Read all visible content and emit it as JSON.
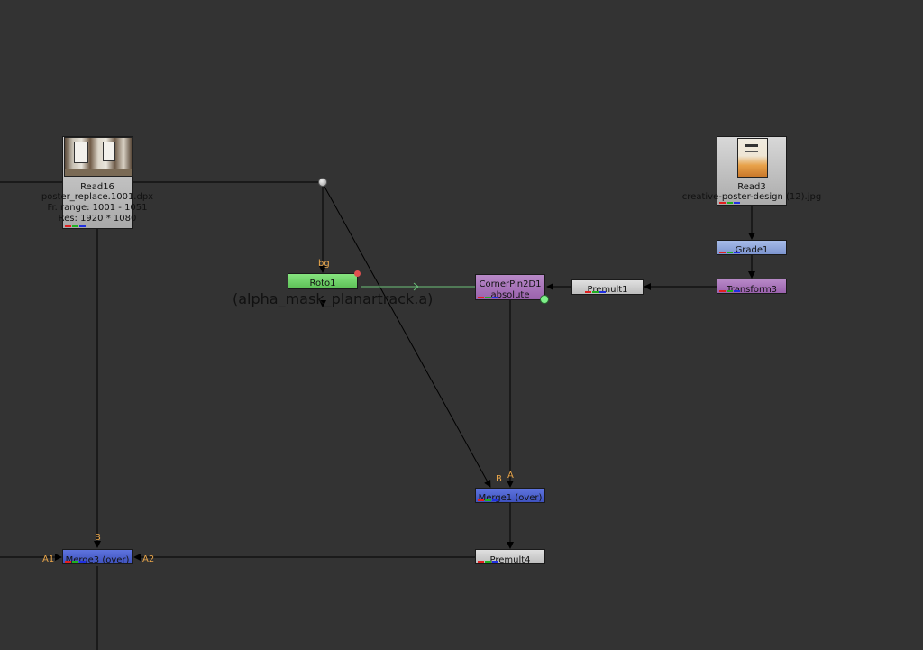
{
  "nodes": {
    "read16": {
      "name": "Read16",
      "file": "poster_replace.1001.dpx",
      "range": "Fr. range: 1001 - 1051",
      "res": "Res: 1920 * 1080"
    },
    "read3": {
      "name": "Read3",
      "file": "creative-poster-design (12).jpg"
    },
    "grade1": {
      "name": "Grade1"
    },
    "transform3": {
      "name": "Transform3"
    },
    "premult1": {
      "name": "Premult1"
    },
    "cornerpin": {
      "name": "CornerPin2D1",
      "mode": "absolute"
    },
    "roto1": {
      "name": "Roto1",
      "sub": "(alpha_mask_planartrack.a)"
    },
    "merge1": {
      "name": "Merge1 (over)"
    },
    "premult4": {
      "name": "Premult4"
    },
    "merge3": {
      "name": "Merge3 (over)"
    }
  },
  "input_labels": {
    "roto_bg": "bg",
    "merge1_b": "B",
    "merge1_a": "A",
    "merge3_b": "B",
    "merge3_a1": "A1",
    "merge3_a2": "A2"
  },
  "colors": {
    "background": "#333333",
    "read_node": "#c8c8c8",
    "grade_node": "#8aa3d8",
    "transform_node": "#a575b8",
    "merge_node": "#4a5fcf",
    "roto_node": "#6fd36a",
    "premult_node": "#cfcfcf",
    "label": "#e8a54a"
  }
}
